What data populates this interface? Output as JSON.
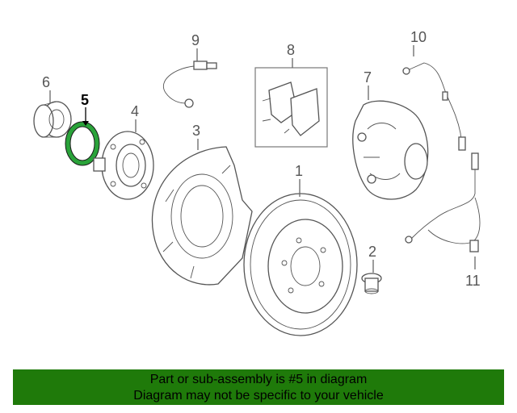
{
  "diagram": {
    "callouts": {
      "c1": "1",
      "c2": "2",
      "c3": "3",
      "c4": "4",
      "c5": "5",
      "c6": "6",
      "c7": "7",
      "c8": "8",
      "c9": "9",
      "c10": "10",
      "c11": "11"
    },
    "highlight_color": "#2aa33a",
    "highlight_part": "5"
  },
  "banner": {
    "line1": "Part or sub-assembly is #5 in diagram",
    "line2": "Diagram may not be specific to your vehicle",
    "background": "#1f7a0a"
  }
}
